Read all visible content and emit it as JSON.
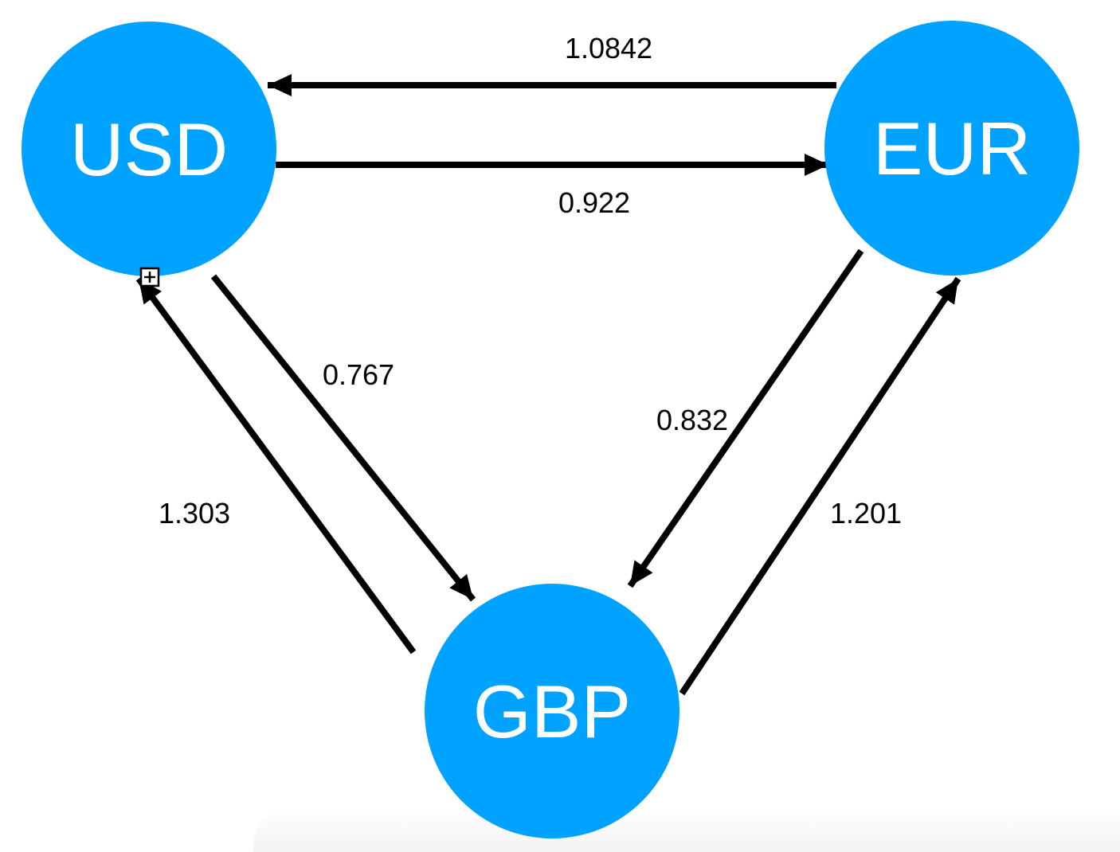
{
  "diagram": {
    "nodes": [
      {
        "id": "USD",
        "label": "USD"
      },
      {
        "id": "EUR",
        "label": "EUR"
      },
      {
        "id": "GBP",
        "label": "GBP"
      }
    ],
    "edges": [
      {
        "from": "EUR",
        "to": "USD",
        "rate": "1.0842"
      },
      {
        "from": "USD",
        "to": "EUR",
        "rate": "0.922"
      },
      {
        "from": "USD",
        "to": "GBP",
        "rate": "0.767"
      },
      {
        "from": "GBP",
        "to": "USD",
        "rate": "1.303"
      },
      {
        "from": "EUR",
        "to": "GBP",
        "rate": "0.832"
      },
      {
        "from": "GBP",
        "to": "EUR",
        "rate": "1.201"
      }
    ],
    "colors": {
      "node_fill": "#00a2ff",
      "node_text": "#ffffff",
      "edge_stroke": "#000000",
      "label_text": "#000000"
    },
    "cursor": {
      "icon": "plus-crosshair-cursor"
    }
  }
}
